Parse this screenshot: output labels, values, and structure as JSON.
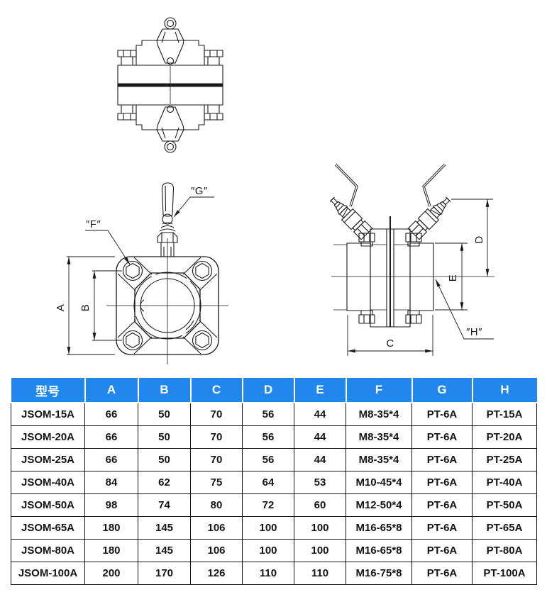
{
  "drawings": {
    "front_view": {
      "dim_a": "A",
      "dim_b": "B",
      "label_f": "″F″",
      "label_g": "″G″"
    },
    "side_view": {
      "dim_c": "C",
      "dim_d": "D",
      "dim_e": "E",
      "label_h": "″H″"
    }
  },
  "table": {
    "headers": [
      "型号",
      "A",
      "B",
      "C",
      "D",
      "E",
      "F",
      "G",
      "H"
    ],
    "rows": [
      [
        "JSOM-15A",
        "66",
        "50",
        "70",
        "56",
        "44",
        "M8-35*4",
        "PT-6A",
        "PT-15A"
      ],
      [
        "JSOM-20A",
        "66",
        "50",
        "70",
        "56",
        "44",
        "M8-35*4",
        "PT-6A",
        "PT-20A"
      ],
      [
        "JSOM-25A",
        "66",
        "50",
        "70",
        "56",
        "44",
        "M8-35*4",
        "PT-6A",
        "PT-25A"
      ],
      [
        "JSOM-40A",
        "84",
        "62",
        "75",
        "64",
        "53",
        "M10-45*4",
        "PT-6A",
        "PT-40A"
      ],
      [
        "JSOM-50A",
        "98",
        "74",
        "80",
        "72",
        "60",
        "M12-50*4",
        "PT-6A",
        "PT-50A"
      ],
      [
        "JSOM-65A",
        "180",
        "145",
        "106",
        "100",
        "100",
        "M16-65*8",
        "PT-6A",
        "PT-65A"
      ],
      [
        "JSOM-80A",
        "180",
        "145",
        "106",
        "100",
        "100",
        "M16-65*8",
        "PT-6A",
        "PT-80A"
      ],
      [
        "JSOM-100A",
        "200",
        "170",
        "126",
        "110",
        "110",
        "M16-75*8",
        "PT-6A",
        "PT-100A"
      ]
    ]
  },
  "colors": {
    "header_bg": "#2287EC",
    "header_text": "#ffffff",
    "line": "#1a1a1a",
    "table_border": "#141414",
    "table_text": "#141414"
  }
}
